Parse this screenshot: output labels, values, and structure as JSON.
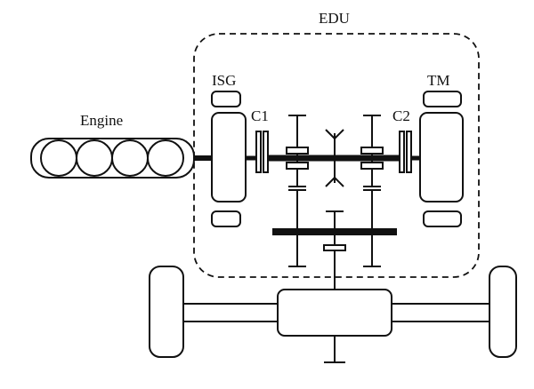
{
  "labels": {
    "edu": "EDU",
    "isg": "ISG",
    "tm": "TM",
    "engine": "Engine",
    "c1": "C1",
    "c2": "C2"
  }
}
